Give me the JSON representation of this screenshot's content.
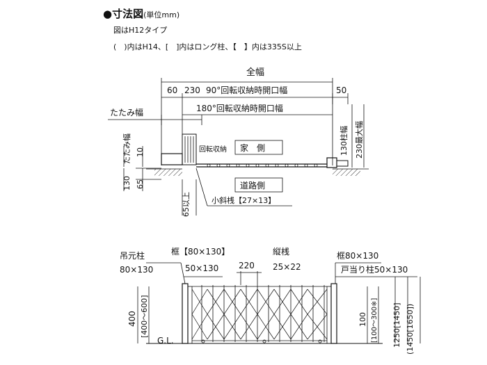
{
  "header": {
    "title": "●寸法図",
    "unit": "(単位mm)",
    "note1": "図はH12タイプ",
    "note2": "(　)内はH14、[　]内はロング柱、【　】内は335S以上"
  },
  "plan": {
    "total_width": "全幅",
    "dim_60": "60",
    "dim_230": "230",
    "open90": "90°回転収納時開口幅",
    "dim_50": "50",
    "open180": "180°回転収納時開口幅",
    "fold_width": "たたみ幅",
    "fold_width_vertical": "たたみ幅",
    "dim_10": "10",
    "dim_130": "130",
    "dim_65": "65",
    "rotate_storage": "回転収納",
    "house_side": "家　側",
    "road_side": "道路側",
    "dim_65_more": "65以上",
    "small_brace": "小斜桟【27×13】",
    "post_130": "130柱幅",
    "max_230": "230最大幅"
  },
  "elevation": {
    "hanging_post": "吊元柱",
    "hanging_post_size": "80×130",
    "frame_left": "框【80×130】",
    "frame_left_sub": "50×130",
    "dim_220": "220",
    "vertical_bar": "縦桟",
    "vertical_bar_size": "25×22",
    "frame_right": "框80×130",
    "stop_post": "戸当り柱50×130",
    "dim_400": "400",
    "dim_400_600": "[400〜600]",
    "gl": "G.L.",
    "dim_100": "100",
    "dim_100_300": "[100〜300※]",
    "dim_1250": "1250[1450]",
    "dim_1450": "(1450[1650])"
  }
}
